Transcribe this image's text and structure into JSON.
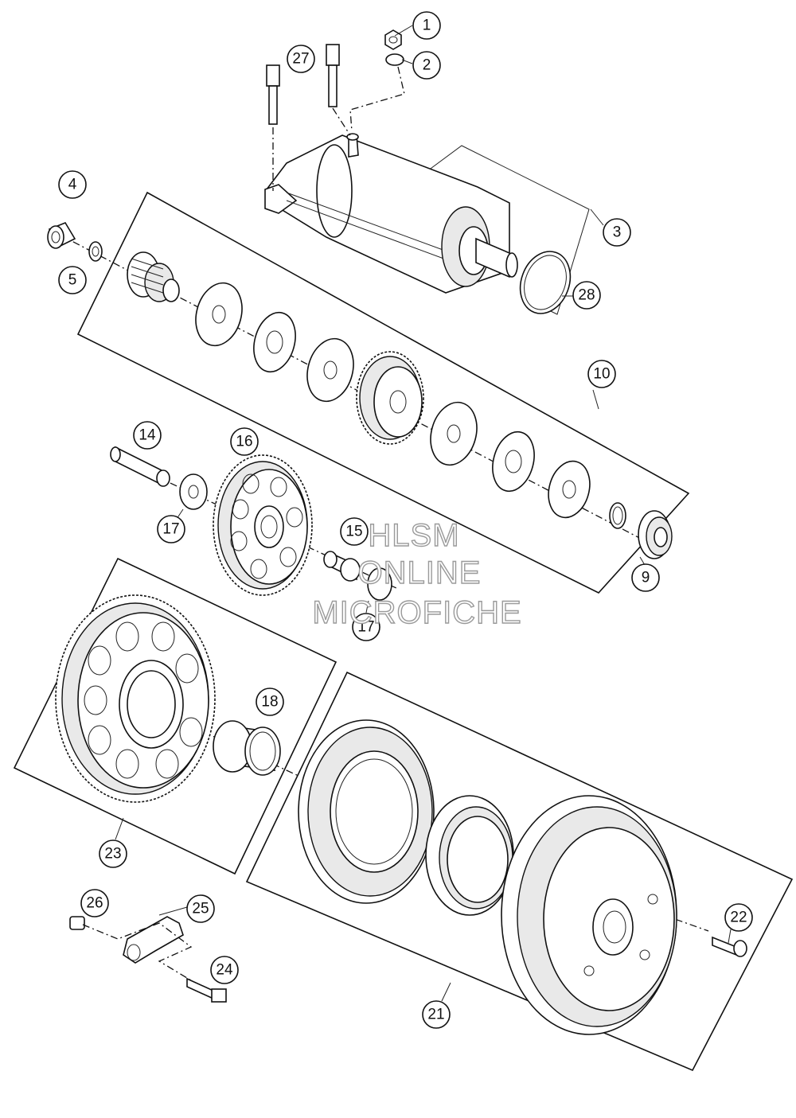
{
  "diagram": {
    "type": "exploded parts diagram",
    "callouts": [
      "1",
      "2",
      "3",
      "4",
      "5",
      "9",
      "10",
      "14",
      "15",
      "16",
      "17",
      "17",
      "18",
      "21",
      "22",
      "23",
      "24",
      "25",
      "26",
      "27",
      "28"
    ]
  },
  "watermark": {
    "line1": "HLSM",
    "line2": "ONLINE",
    "line3": "MICROFICHE"
  }
}
